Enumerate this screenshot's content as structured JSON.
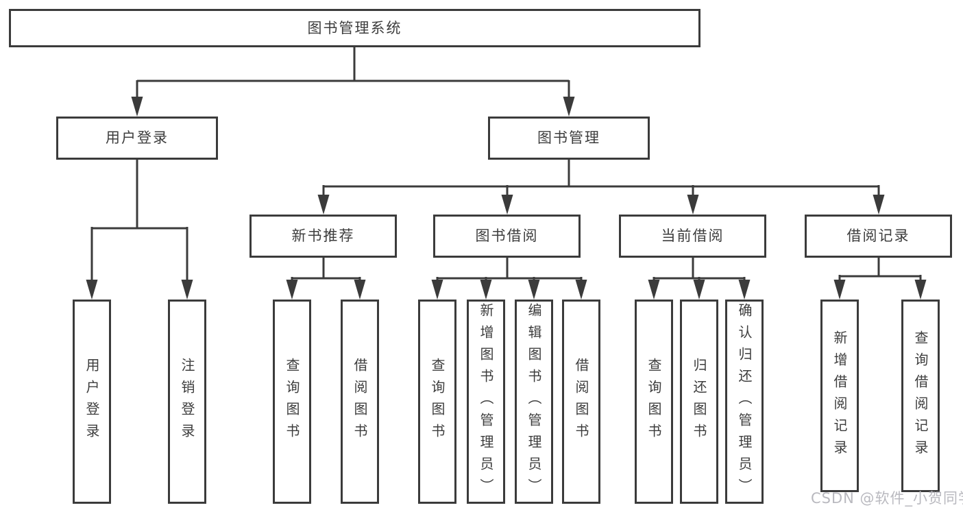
{
  "title": "图书管理系统",
  "watermark": "CSDN @软件_小贺同学",
  "colors": {
    "line": "#3b3b3b",
    "box_border": "#3b3b3b",
    "text": "#3d3d3d",
    "background": "#ffffff",
    "watermark": "#b9b9bf"
  },
  "tree": {
    "root": {
      "label": "图书管理系统",
      "children": [
        {
          "label": "用户登录",
          "children": [
            {
              "label": "用户登录"
            },
            {
              "label": "注销登录"
            }
          ]
        },
        {
          "label": "图书管理",
          "children": [
            {
              "label": "新书推荐",
              "children": [
                {
                  "label": "查询图书"
                },
                {
                  "label": "借阅图书"
                }
              ]
            },
            {
              "label": "图书借阅",
              "children": [
                {
                  "label": "查询图书"
                },
                {
                  "label": "新增图书（管理员）"
                },
                {
                  "label": "编辑图书（管理员）"
                },
                {
                  "label": "借阅图书"
                }
              ]
            },
            {
              "label": "当前借阅",
              "children": [
                {
                  "label": "查询图书"
                },
                {
                  "label": "归还图书"
                },
                {
                  "label": "确认归还（管理员）"
                }
              ]
            },
            {
              "label": "借阅记录",
              "children": [
                {
                  "label": "新增借阅记录"
                },
                {
                  "label": "查询借阅记录"
                }
              ]
            }
          ]
        }
      ]
    }
  }
}
